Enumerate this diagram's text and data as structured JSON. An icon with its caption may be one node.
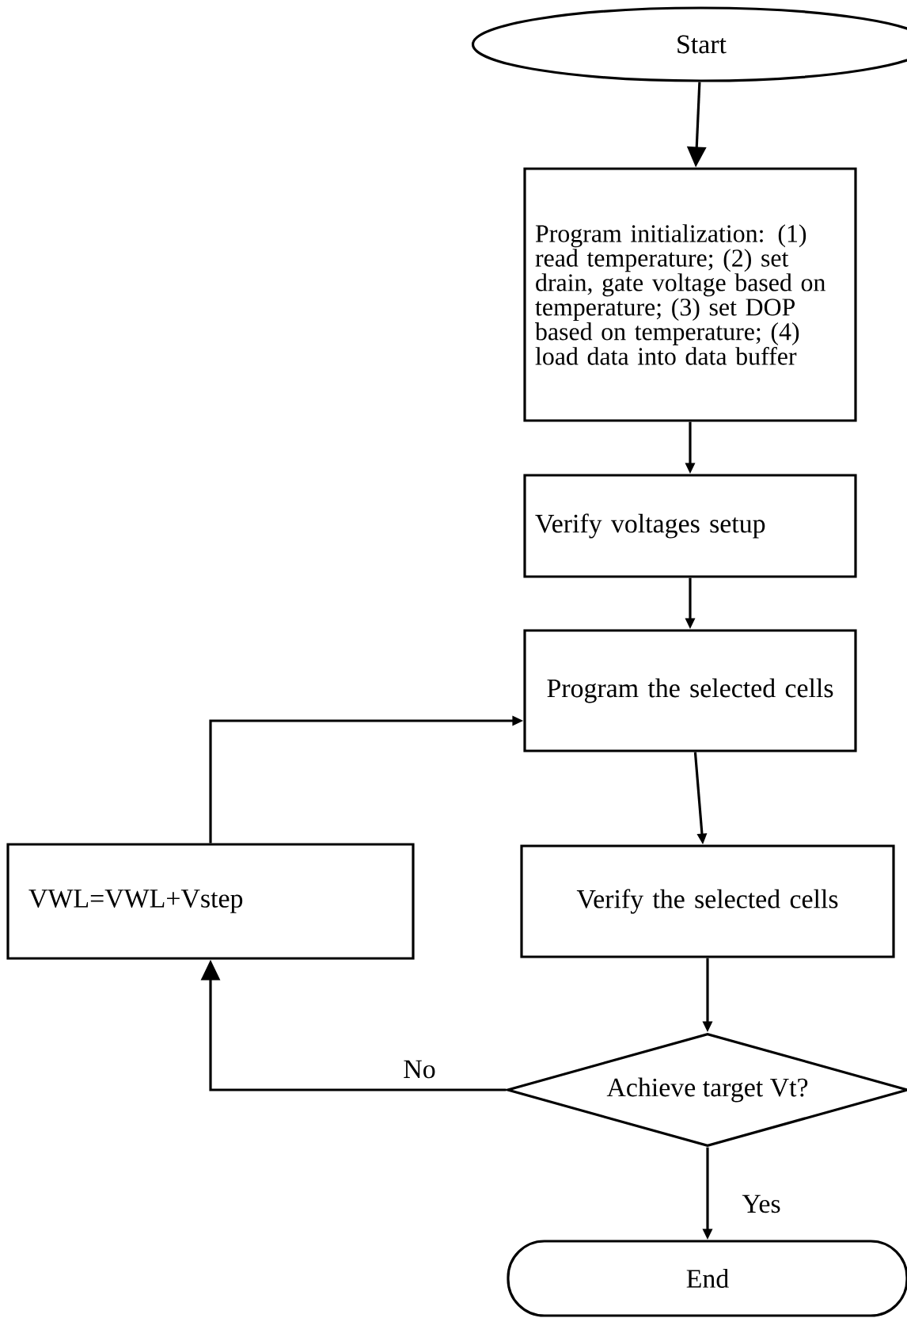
{
  "diagram": {
    "nodes": [
      {
        "text": [
          "Start"
        ]
      },
      {
        "text": [
          "Program initialization: (1) read temperature; (2) set drain, gate voltage based on temperature; (3) set DOP based on temperature; (4) load data into data buffer"
        ]
      },
      {
        "text": [
          "Verify voltages setup"
        ]
      },
      {
        "text": [
          "Program the selected cells"
        ]
      },
      {
        "text": [
          "VWL=VWL+Vstep"
        ]
      },
      {
        "text": [
          "Verify the selected cells"
        ]
      },
      {
        "text": [
          "Achieve target Vt?"
        ]
      },
      {
        "text": [
          "End"
        ]
      }
    ],
    "edges": [
      {
        "from": 0,
        "to": 1,
        "arrow": "to"
      },
      {
        "from": 1,
        "to": 2,
        "arrow": "to"
      },
      {
        "from": 2,
        "to": 3,
        "arrow": "to"
      },
      {
        "from": 3,
        "to": 5,
        "arrow": "to"
      },
      {
        "from": 5,
        "to": 6,
        "arrow": "to"
      },
      {
        "from": 6,
        "to": 4,
        "arrow": "to",
        "label": "No"
      },
      {
        "from": 4,
        "to": 3,
        "arrow": "to"
      },
      {
        "from": 6,
        "to": 7,
        "arrow": "to",
        "label": "Yes"
      }
    ]
  }
}
